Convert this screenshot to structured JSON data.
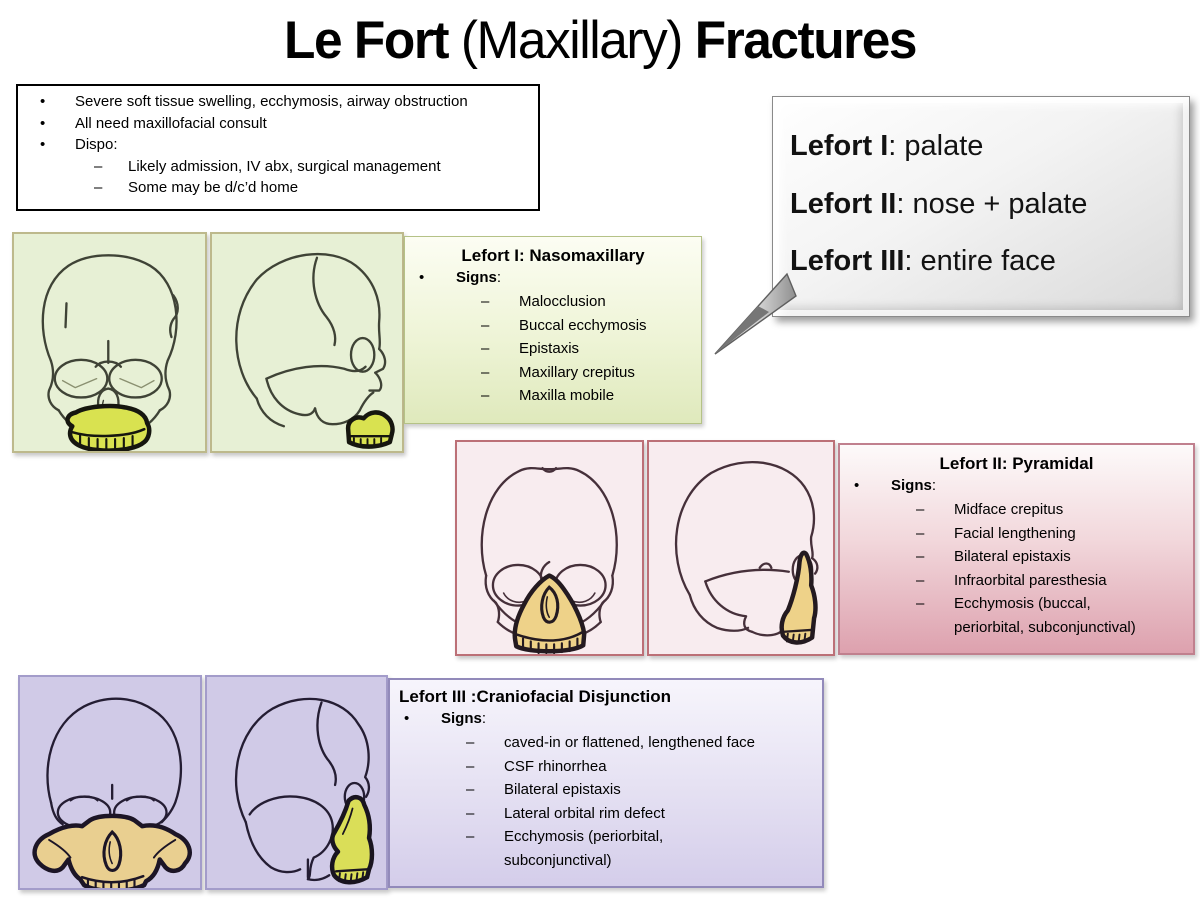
{
  "glyphs": {
    "bullet": "•",
    "dash": "–",
    "colon": ":"
  },
  "title": {
    "bold_lead": "Le Fort",
    "regular_mid": " (Maxillary) ",
    "bold_tail": "Fractures"
  },
  "overview_box": {
    "items": [
      "Severe soft tissue swelling, ecchymosis, airway obstruction",
      "All need maxillofacial consult",
      "Dispo:",
      "Likely admission, IV abx, surgical management",
      "Some may be d/c’d home"
    ]
  },
  "callout": {
    "lines": [
      {
        "label": "Lefort I",
        "rest": ": palate"
      },
      {
        "label": "Lefort II",
        "rest": ": nose + palate"
      },
      {
        "label": "Lefort III",
        "rest": ": entire face"
      }
    ]
  },
  "sections": [
    {
      "title": "Lefort I: Nasomaxillary",
      "signs_label": "Signs",
      "signs": [
        "Malocclusion",
        "Buccal ecchymosis",
        "Epistaxis",
        "Maxillary crepitus",
        "Maxilla mobile"
      ],
      "colors": {
        "panel_bg": "#e7f0d5",
        "panel_border": "#bdb98c",
        "box_gradient_top": "#fcfdf3",
        "box_gradient_bottom": "#dfe9bc",
        "highlight_front": "#d9e250",
        "highlight_side": "#d9e250"
      }
    },
    {
      "title": "Lefort II: Pyramidal",
      "signs_label": "Signs",
      "signs": [
        "Midface crepitus",
        "Facial lengthening",
        "Bilateral epistaxis",
        "Infraorbital paresthesia",
        "Ecchymosis (buccal,\nperiorbital, subconjunctival)"
      ],
      "colors": {
        "panel_bg": "#f8ecef",
        "panel_border": "#bc7077",
        "box_gradient_top": "#fdfafa",
        "box_gradient_bottom": "#dda1ae",
        "highlight_front": "#eed289",
        "highlight_side": "#eed289"
      }
    },
    {
      "title": "Lefort III :Craniofacial Disjunction",
      "signs_label": "Signs",
      "signs": [
        "caved-in or flattened, lengthened face",
        "CSF rhinorrhea",
        "Bilateral epistaxis",
        "Lateral orbital rim defect",
        "Ecchymosis (periorbital,\nsubconjunctival)"
      ],
      "colors": {
        "panel_bg": "#d0cae7",
        "panel_border": "#a39cca",
        "box_gradient_top": "#f7f5fc",
        "box_gradient_bottom": "#d4cdea",
        "highlight_front": "#e9cf90",
        "highlight_side": "#dade58"
      }
    }
  ]
}
